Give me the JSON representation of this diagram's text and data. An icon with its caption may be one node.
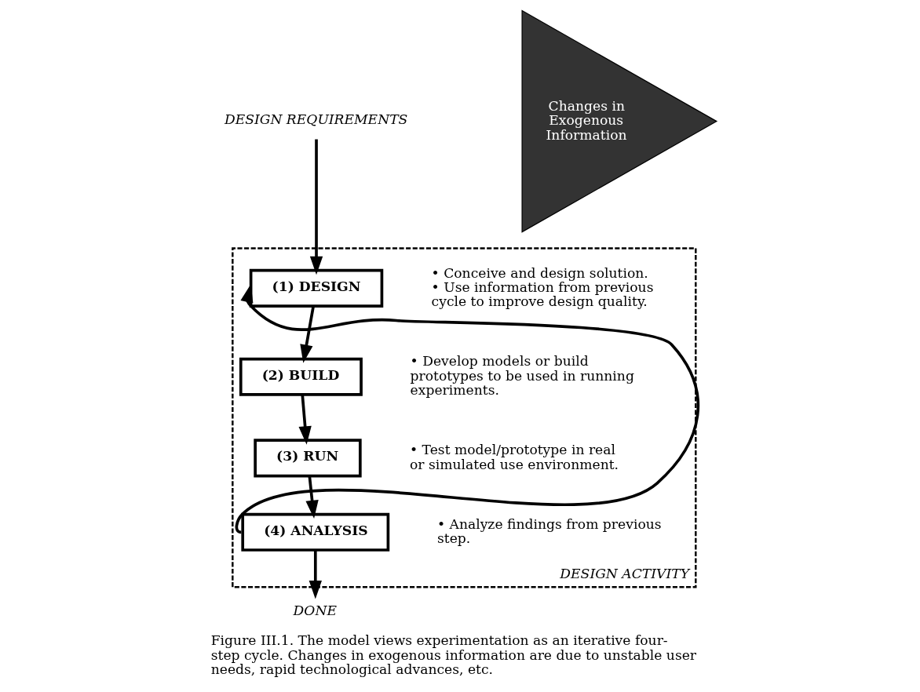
{
  "diagram": {
    "caption": "Figure III.1. The model views experimentation as an iterative four-step cycle. Changes in exogenous information are due to unstable user needs, rapid technological advances, etc.",
    "nodes": [
      {
        "text": [
          "DESIGN ACTIVITY"
        ]
      },
      {
        "text": [
          "(1) DESIGN"
        ],
        "in": 0,
        "beside": [
          "• Conceive and design solution.",
          "• Use information from previous cycle to improve design quality."
        ]
      },
      {
        "text": [
          "(2) BUILD"
        ],
        "in": 0,
        "beside": [
          "• Develop models or build prototypes to be used in running experiments."
        ]
      },
      {
        "text": [
          "(3) RUN"
        ],
        "in": 0,
        "beside": [
          "• Test model/prototype in real or simulated use environment."
        ]
      },
      {
        "text": [
          "(4) ANALYSIS"
        ],
        "in": 0,
        "beside": [
          "• Analyze findings from previous step."
        ]
      },
      {
        "text": [
          "DESIGN REQUIREMENTS"
        ]
      },
      {
        "text": [
          "DONE"
        ]
      },
      {
        "text": [
          "Changes in Exogenous Information"
        ]
      }
    ],
    "edges": [
      {
        "from": 5,
        "to": 1,
        "arrow": "to"
      },
      {
        "from": 1,
        "to": 2,
        "arrow": "to"
      },
      {
        "from": 2,
        "to": 3,
        "arrow": "to"
      },
      {
        "from": 3,
        "to": 4,
        "arrow": "to"
      },
      {
        "from": 4,
        "to": 6,
        "arrow": "to"
      },
      {
        "from": 4,
        "to": 1,
        "arrow": "to"
      }
    ]
  }
}
